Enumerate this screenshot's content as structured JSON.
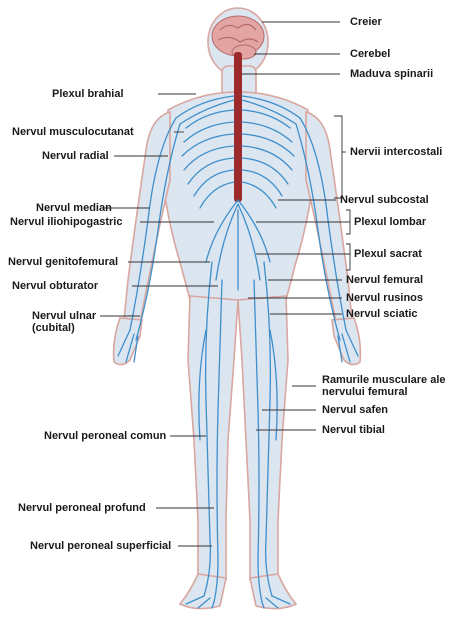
{
  "colors": {
    "body_fill": "#dce6f0",
    "body_outline": "#d9a6a0",
    "nerve": "#3e8fcc",
    "spine": "#9c2a2a",
    "brain": "#e3a4a4",
    "leader": "#333333"
  },
  "labels": {
    "creier": "Creier",
    "cerebel": "Cerebel",
    "maduva": "Maduva spinarii",
    "plexul_brahial": "Plexul brahial",
    "musculocutanat": "Nervul musculocutanat",
    "radial": "Nervul radial",
    "intercostali": "Nervii intercostali",
    "subcostal": "Nervul subcostal",
    "median": "Nervul median",
    "iliohipogastric": "Nervul iliohipogastric",
    "plexul_lombar": "Plexul lombar",
    "plexul_sacrat": "Plexul sacrat",
    "genitofemural": "Nervul genitofemural",
    "femural": "Nervul femural",
    "obturator": "Nervul obturator",
    "rusinos": "Nervul  rusinos",
    "ulnar_1": "Nervul ulnar",
    "ulnar_2": "(cubital)",
    "sciatic": "Nervul sciatic",
    "ramurile_1": "Ramurile musculare ale",
    "ramurile_2": "nervului femural",
    "safen": "Nervul safen",
    "peroneal_comun": "Nervul peroneal comun",
    "tibial": "Nervul tibial",
    "peroneal_profund": "Nervul peroneal profund",
    "peroneal_superficial": "Nervul peroneal superficial"
  }
}
